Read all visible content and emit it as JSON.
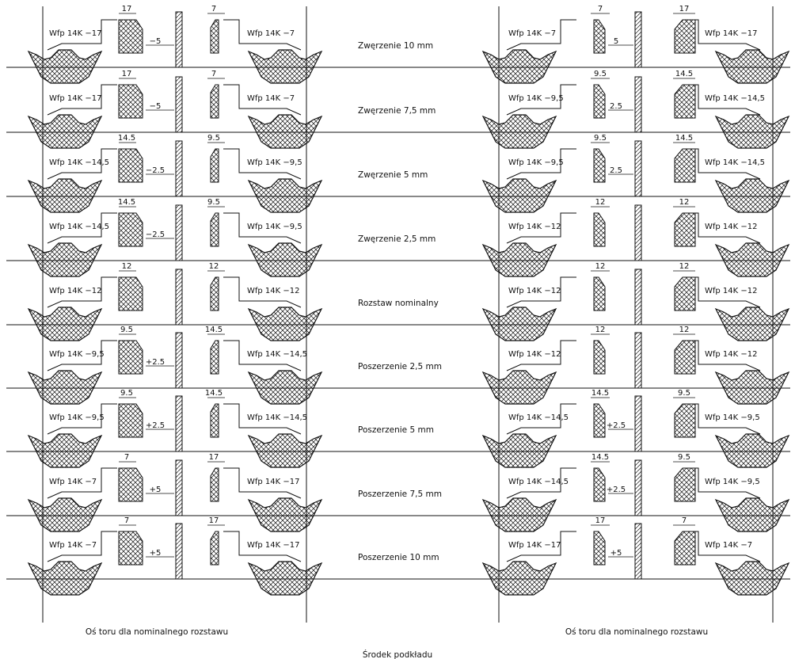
{
  "colors": {
    "ink": "#111111",
    "background": "#ffffff"
  },
  "left": {
    "rows": [
      {
        "caption": "Zwęrzenie 10 mm",
        "label_l": "Wfp 14K −17",
        "label_r": "Wfp 14K −7",
        "dim_l": "17",
        "dim_r": "7",
        "offset": "−5"
      },
      {
        "caption": "Zwęrzenie 7,5 mm",
        "label_l": "Wfp 14K −17",
        "label_r": "Wfp 14K −7",
        "dim_l": "17",
        "dim_r": "7",
        "offset": "−5"
      },
      {
        "caption": "Zwęrzenie 5 mm",
        "label_l": "Wfp 14K −14,5",
        "label_r": "Wfp 14K −9,5",
        "dim_l": "14.5",
        "dim_r": "9.5",
        "offset": "−2.5"
      },
      {
        "caption": "Zwęrzenie 2,5 mm",
        "label_l": "Wfp 14K −14,5",
        "label_r": "Wfp 14K −9,5",
        "dim_l": "14.5",
        "dim_r": "9.5",
        "offset": "−2.5"
      },
      {
        "caption": "Rozstaw nominalny",
        "label_l": "Wfp 14K −12",
        "label_r": "Wfp 14K −12",
        "dim_l": "12",
        "dim_r": "12",
        "offset": ""
      },
      {
        "caption": "Poszerzenie 2,5 mm",
        "label_l": "Wfp 14K −9,5",
        "label_r": "Wfp 14K −14,5",
        "dim_l": "9.5",
        "dim_r": "14.5",
        "offset": "+2.5"
      },
      {
        "caption": "Poszerzenie 5 mm",
        "label_l": "Wfp 14K −9,5",
        "label_r": "Wfp 14K −14,5",
        "dim_l": "9.5",
        "dim_r": "14.5",
        "offset": "+2.5"
      },
      {
        "caption": "Poszerzenie 7,5 mm",
        "label_l": "Wfp 14K −7",
        "label_r": "Wfp 14K −17",
        "dim_l": "7",
        "dim_r": "17",
        "offset": "+5"
      },
      {
        "caption": "Poszerzenie 10 mm",
        "label_l": "Wfp 14K −7",
        "label_r": "Wfp 14K −17",
        "dim_l": "7",
        "dim_r": "17",
        "offset": "+5"
      }
    ]
  },
  "right": {
    "rows": [
      {
        "label_l": "Wfp 14K −7",
        "label_r": "Wfp 14K −17",
        "dim_l": "7",
        "dim_r": "17",
        "offset": "5"
      },
      {
        "label_l": "Wfp 14K −9,5",
        "label_r": "Wfp 14K −14,5",
        "dim_l": "9.5",
        "dim_r": "14.5",
        "offset": "2.5"
      },
      {
        "label_l": "Wfp 14K −9,5",
        "label_r": "Wfp 14K −14,5",
        "dim_l": "9.5",
        "dim_r": "14.5",
        "offset": "2.5"
      },
      {
        "label_l": "Wfp 14K −12",
        "label_r": "Wfp 14K −12",
        "dim_l": "12",
        "dim_r": "12",
        "offset": ""
      },
      {
        "label_l": "Wfp 14K −12",
        "label_r": "Wfp 14K −12",
        "dim_l": "12",
        "dim_r": "12",
        "offset": ""
      },
      {
        "label_l": "Wfp 14K −12",
        "label_r": "Wfp 14K −12",
        "dim_l": "12",
        "dim_r": "12",
        "offset": ""
      },
      {
        "label_l": "Wfp 14K −14,5",
        "label_r": "Wfp 14K −9,5",
        "dim_l": "14.5",
        "dim_r": "9.5",
        "offset": "+2.5"
      },
      {
        "label_l": "Wfp 14K −14,5",
        "label_r": "Wfp 14K −9,5",
        "dim_l": "14.5",
        "dim_r": "9.5",
        "offset": "+2.5"
      },
      {
        "label_l": "Wfp 14K −17",
        "label_r": "Wfp 14K −7",
        "dim_l": "17",
        "dim_r": "7",
        "offset": "+5"
      }
    ]
  },
  "footer": {
    "axis_left": "Oś toru dla nominalnego rozstawu",
    "axis_right": "Oś toru dla nominalnego rozstawu",
    "sleeper_center": "Środek podkładu"
  }
}
